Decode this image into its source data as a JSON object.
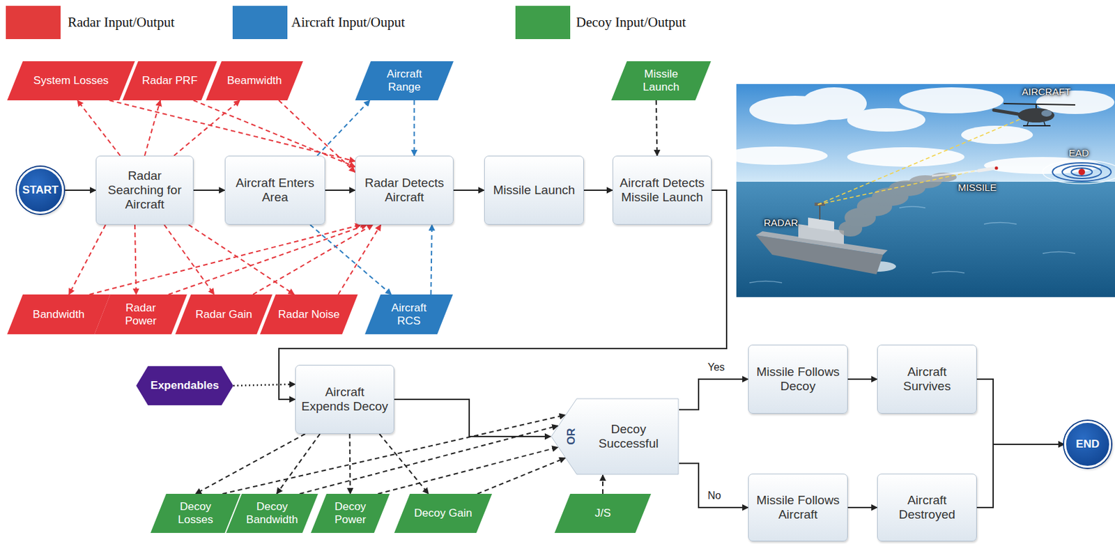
{
  "diagram": {
    "nodes": [
      {
        "text": [
          "START"
        ]
      },
      {
        "text": [
          "Radar Searching for Aircraft"
        ]
      },
      {
        "text": [
          "Aircraft Enters Area"
        ]
      },
      {
        "text": [
          "Radar Detects Aircraft"
        ]
      },
      {
        "text": [
          "Missile Launch"
        ]
      },
      {
        "text": [
          "Aircraft Detects Missile Launch"
        ]
      },
      {
        "text": [
          "System Losses"
        ]
      },
      {
        "text": [
          "Radar PRF"
        ]
      },
      {
        "text": [
          "Beamwidth"
        ]
      },
      {
        "text": [
          "Aircraft Range"
        ]
      },
      {
        "text": [
          "Missile Launch"
        ]
      },
      {
        "text": [
          "Bandwidth"
        ]
      },
      {
        "text": [
          "Radar Power"
        ]
      },
      {
        "text": [
          "Radar Gain"
        ]
      },
      {
        "text": [
          "Radar Noise"
        ]
      },
      {
        "text": [
          "Aircraft RCS"
        ]
      },
      {
        "text": [
          "Expendables"
        ]
      },
      {
        "text": [
          "Aircraft Expends Decoy"
        ]
      },
      {
        "text": [
          "OR",
          "Decoy Successful"
        ]
      },
      {
        "text": [
          "Missile Follows Decoy"
        ]
      },
      {
        "text": [
          "Aircraft Survives"
        ]
      },
      {
        "text": [
          "Missile Follows Aircraft"
        ]
      },
      {
        "text": [
          "Aircraft Destroyed"
        ]
      },
      {
        "text": [
          "END"
        ]
      },
      {
        "text": [
          "Decoy Losses"
        ]
      },
      {
        "text": [
          "Decoy Bandwidth"
        ]
      },
      {
        "text": [
          "Decoy Power"
        ]
      },
      {
        "text": [
          "Decoy Gain"
        ]
      },
      {
        "text": [
          "J/S"
        ]
      }
    ],
    "edges": [
      {
        "from": 0,
        "to": 1,
        "arrow": "to"
      },
      {
        "from": 1,
        "to": 2,
        "arrow": "to"
      },
      {
        "from": 2,
        "to": 3,
        "arrow": "to"
      },
      {
        "from": 3,
        "to": 4,
        "arrow": "to"
      },
      {
        "from": 4,
        "to": 5,
        "arrow": "to"
      },
      {
        "from": 5,
        "to": 17,
        "arrow": "to"
      },
      {
        "from": 1,
        "to": 6,
        "arrow": "to"
      },
      {
        "from": 1,
        "to": 7,
        "arrow": "to"
      },
      {
        "from": 1,
        "to": 8,
        "arrow": "to"
      },
      {
        "from": 1,
        "to": 11,
        "arrow": "to"
      },
      {
        "from": 1,
        "to": 12,
        "arrow": "to"
      },
      {
        "from": 1,
        "to": 13,
        "arrow": "to"
      },
      {
        "from": 1,
        "to": 14,
        "arrow": "to"
      },
      {
        "from": 6,
        "to": 3,
        "arrow": "to"
      },
      {
        "from": 7,
        "to": 3,
        "arrow": "to"
      },
      {
        "from": 8,
        "to": 3,
        "arrow": "to"
      },
      {
        "from": 11,
        "to": 3,
        "arrow": "to"
      },
      {
        "from": 12,
        "to": 3,
        "arrow": "to"
      },
      {
        "from": 13,
        "to": 3,
        "arrow": "to"
      },
      {
        "from": 14,
        "to": 3,
        "arrow": "to"
      },
      {
        "from": 2,
        "to": 9,
        "arrow": "to"
      },
      {
        "from": 9,
        "to": 3,
        "arrow": "to"
      },
      {
        "from": 2,
        "to": 15,
        "arrow": "to"
      },
      {
        "from": 15,
        "to": 3,
        "arrow": "to"
      },
      {
        "from": 10,
        "to": 5,
        "arrow": "to"
      },
      {
        "from": 16,
        "to": 17,
        "arrow": "to"
      },
      {
        "from": 17,
        "to": 24,
        "arrow": "to"
      },
      {
        "from": 17,
        "to": 25,
        "arrow": "to"
      },
      {
        "from": 17,
        "to": 26,
        "arrow": "to"
      },
      {
        "from": 17,
        "to": 27,
        "arrow": "to"
      },
      {
        "from": 24,
        "to": 18,
        "arrow": "to"
      },
      {
        "from": 25,
        "to": 18,
        "arrow": "to"
      },
      {
        "from": 26,
        "to": 18,
        "arrow": "to"
      },
      {
        "from": 27,
        "to": 18,
        "arrow": "to"
      },
      {
        "from": 28,
        "to": 18,
        "arrow": "to"
      },
      {
        "from": 17,
        "to": 18,
        "arrow": "to"
      },
      {
        "from": 18,
        "to": 19,
        "arrow": "to",
        "label": "Yes"
      },
      {
        "from": 18,
        "to": 21,
        "arrow": "to",
        "label": "No"
      },
      {
        "from": 19,
        "to": 20,
        "arrow": "to"
      },
      {
        "from": 21,
        "to": 22,
        "arrow": "to"
      },
      {
        "from": 20,
        "to": 23,
        "arrow": "to"
      },
      {
        "from": 22,
        "to": 23,
        "arrow": "to"
      }
    ],
    "labels": [
      "AIRCRAFT",
      "EAD",
      "MISSILE",
      "RADAR"
    ],
    "legend": [
      {
        "text": "Radar Input/Output",
        "color": "#e23b3b"
      },
      {
        "text": "Aircraft Input/Ouput",
        "color": "#2f7fc1"
      },
      {
        "text": "Decoy Input/Output",
        "color": "#3f9e4a"
      }
    ]
  }
}
